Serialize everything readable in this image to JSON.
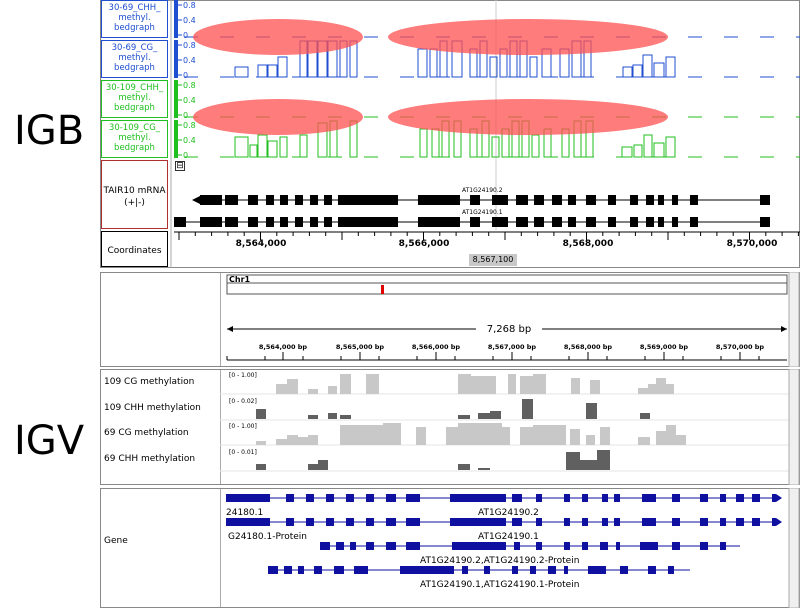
{
  "labels": {
    "igb": "IGB",
    "igv": "IGV"
  },
  "igb": {
    "tracks": [
      {
        "label": "30-69_CHH_ methyl. bedgraph",
        "color": "#1f4fd0"
      },
      {
        "label": "30-69_CG_ methyl. bedgraph",
        "color": "#1f4fd0"
      },
      {
        "label": "30-109_CHH_ methyl. bedgraph",
        "color": "#1fbf1f"
      },
      {
        "label": "30-109_CG_ methyl. bedgraph",
        "color": "#1fbf1f"
      }
    ],
    "scale_ticks": [
      "0.8",
      "0.4",
      "0"
    ],
    "gene_track_label": "TAIR10 mRNA (+|-)",
    "coordinates_label": "Coordinates",
    "collapse_symbol": "⊟",
    "transcripts": [
      "AT1G24190.2",
      "AT1G24190.1"
    ],
    "axis_ticks": [
      "8,564,000",
      "8,566,000",
      "8,568,000",
      "8,570,000"
    ],
    "cursor_position": "8,567,100"
  },
  "igv": {
    "chromosome": "Chr1",
    "span": "7,268 bp",
    "ruler_ticks": [
      "8,564,000 bp",
      "8,565,000 bp",
      "8,566,000 bp",
      "8,567,000 bp",
      "8,568,000 bp",
      "8,569,000 bp",
      "8,570,000 bp"
    ],
    "tracks": [
      {
        "name": "109 CG methylation",
        "range": "[0 - 1.00]"
      },
      {
        "name": "109 CHH methylation",
        "range": "[0 - 0.02]"
      },
      {
        "name": "69 CG methylation",
        "range": "[0 - 1.00]"
      },
      {
        "name": "69 CHH methylation",
        "range": "[0 - 0.01]"
      }
    ],
    "gene_track_name": "Gene",
    "gene_labels": {
      "left_gene": "24180.1",
      "left_protein": "G24180.1-Protein",
      "t2": "AT1G24190.2",
      "t1": "AT1G24190.1",
      "t2_combined": "AT1G24190.2,AT1G24190.2-Protein",
      "t1_combined": "AT1G24190.1,AT1G24190.1-Protein"
    },
    "colors": {
      "bar": "#c8c8c8",
      "bar_dark": "#606060",
      "gene": "#0f0fa0"
    }
  }
}
